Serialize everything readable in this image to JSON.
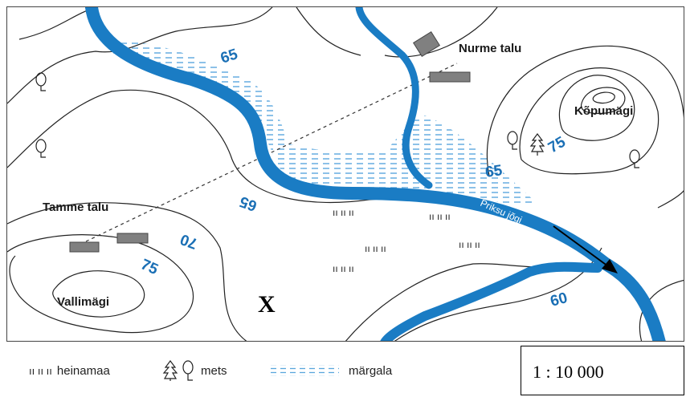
{
  "map": {
    "places": {
      "nurme": "Nurme talu",
      "kopumagi": "Kõpumägi",
      "tamme": "Tamme talu",
      "vallimagi": "Vallimägi"
    },
    "river_label": "Priksu jõgi",
    "marker": "X",
    "contours": {
      "c65_top": "65",
      "c65_right": "65",
      "c65_left": "65",
      "c70": "70",
      "c75_left": "75",
      "c75_right": "75",
      "c60": "60"
    },
    "meadow_symbol": "ıı ıı ıı",
    "colors": {
      "water": "#1a7cc4",
      "building": "#808080",
      "contour": "#222222",
      "label_blue": "#1a6fb5"
    }
  },
  "legend": {
    "meadow_symbol": "ıı ıı ıı",
    "meadow": "heinamaa",
    "forest": "mets",
    "wetland": "märgala"
  },
  "scale": {
    "text": "1 : 10 000"
  }
}
